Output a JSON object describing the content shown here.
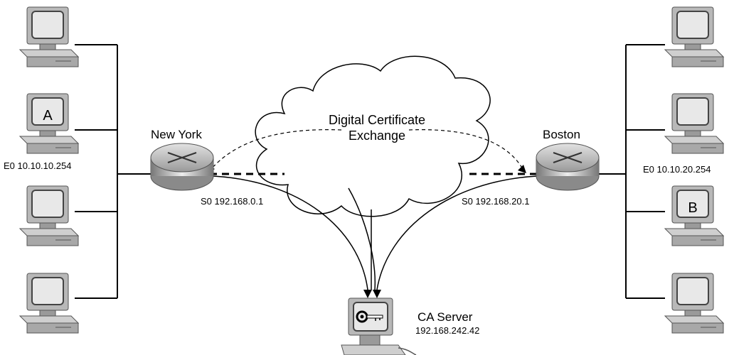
{
  "cloud": {
    "line1": "Digital Certificate",
    "line2": "Exchange"
  },
  "routers": {
    "left": {
      "name": "New York",
      "ethernet": "E0 10.10.10.254",
      "serial": "S0 192.168.0.1"
    },
    "right": {
      "name": "Boston",
      "ethernet": "E0 10.10.20.254",
      "serial": "S0 192.168.20.1"
    }
  },
  "ca_server": {
    "name": "CA Server",
    "ip": "192.168.242.42"
  },
  "hosts": {
    "left_labeled": "A",
    "right_labeled": "B"
  },
  "colors": {
    "line": "#000000",
    "pc_body": "#b8b8b8",
    "screen": "#e8e8e8",
    "router": "#c9c9c9"
  }
}
